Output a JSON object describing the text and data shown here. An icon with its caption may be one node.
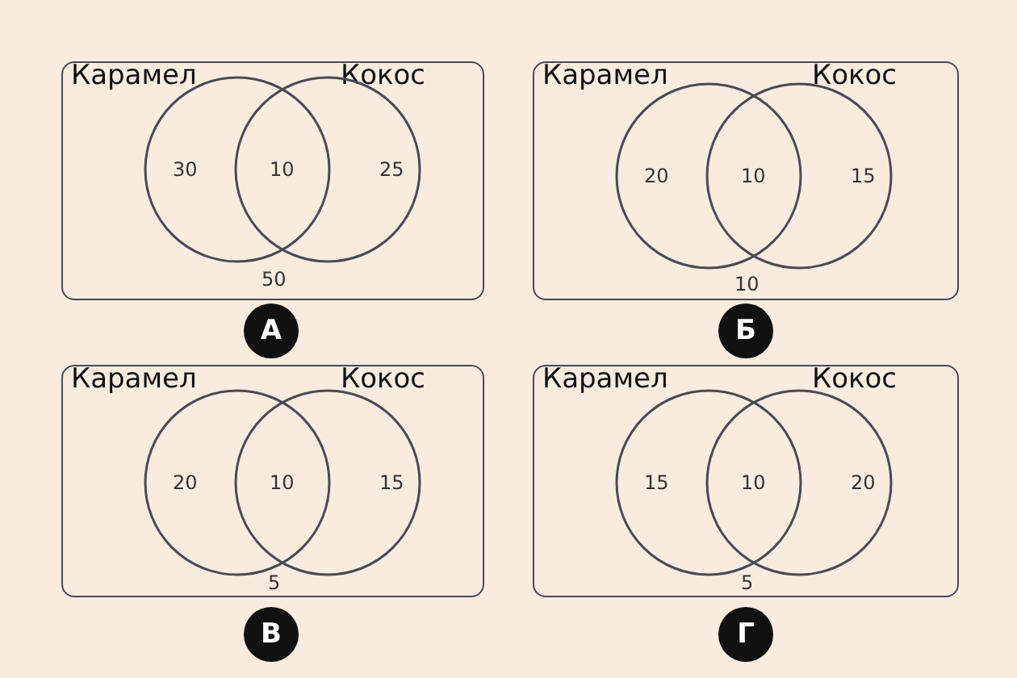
{
  "diagram": {
    "nodes": [
      {
        "text": [
          "50"
        ]
      },
      {
        "text": [
          "30"
        ],
        "beside": [
          "Карамел"
        ],
        "in": 0
      },
      {
        "text": [
          "25"
        ],
        "beside": [
          "Кокос"
        ],
        "in": 0
      },
      {
        "text": [
          "10"
        ]
      },
      {
        "text": [
          "20"
        ],
        "beside": [
          "Карамел"
        ],
        "in": 3
      },
      {
        "text": [
          "15"
        ],
        "beside": [
          "Кокос"
        ],
        "in": 3
      },
      {
        "text": [
          "А"
        ]
      },
      {
        "text": [
          "Б"
        ]
      },
      {
        "text": [
          "5"
        ]
      },
      {
        "text": [
          "20"
        ],
        "beside": [
          "Карамел"
        ],
        "in": 8
      },
      {
        "text": [
          "15"
        ],
        "beside": [
          "Кокос"
        ],
        "in": 8
      },
      {
        "text": [
          "5"
        ]
      },
      {
        "text": [
          "15"
        ],
        "beside": [
          "Карамел"
        ],
        "in": 11
      },
      {
        "text": [
          "20"
        ],
        "beside": [
          "Кокос"
        ],
        "in": 11
      },
      {
        "text": [
          "В"
        ]
      },
      {
        "text": [
          "Г"
        ]
      }
    ],
    "edges": [],
    "labels": [
      "10",
      "10",
      "10",
      "10"
    ]
  }
}
